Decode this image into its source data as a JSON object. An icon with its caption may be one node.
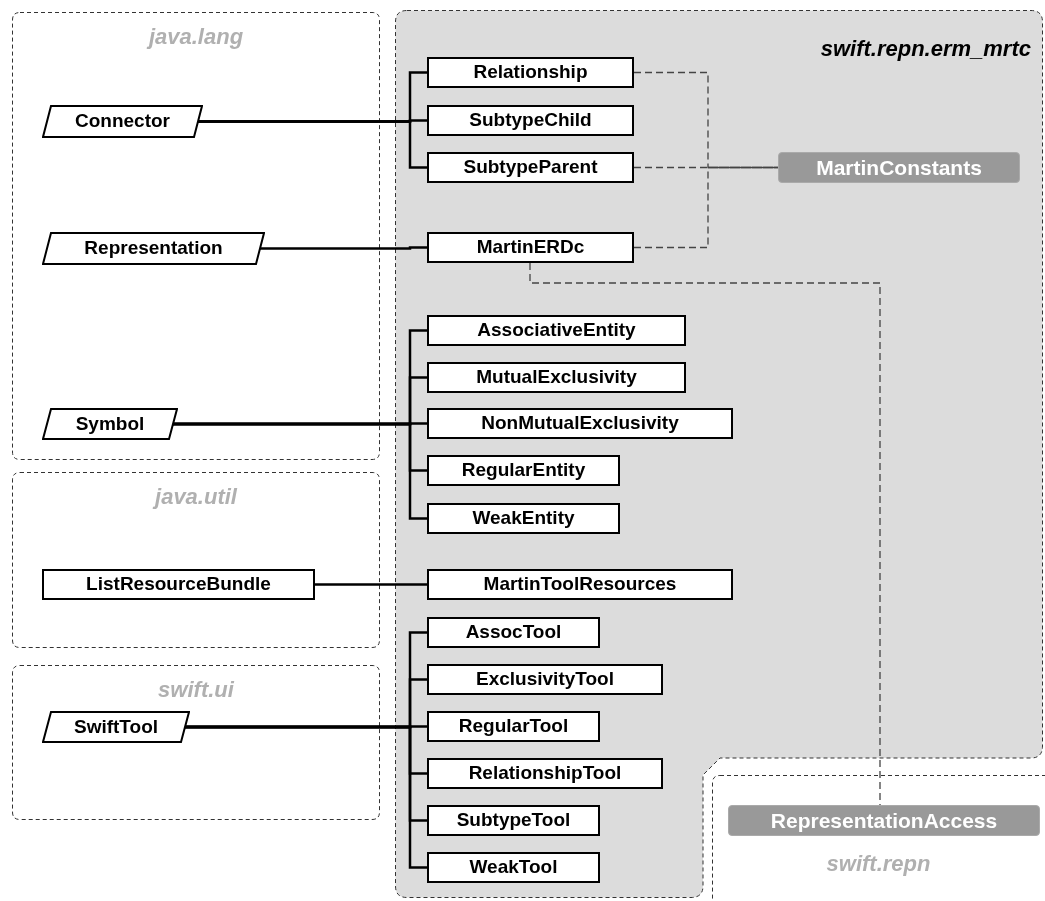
{
  "diagram": {
    "nodes": [
      {
        "text": [
          "java.lang"
        ]
      },
      {
        "text": [
          "Connector"
        ],
        "in": 0
      },
      {
        "text": [
          "Representation"
        ],
        "in": 0
      },
      {
        "text": [
          "Symbol"
        ],
        "in": 0
      },
      {
        "text": [
          "java.util"
        ]
      },
      {
        "text": [
          "ListResourceBundle"
        ],
        "in": 4
      },
      {
        "text": [
          "swift.ui"
        ]
      },
      {
        "text": [
          "SwiftTool"
        ],
        "in": 6
      },
      {
        "text": [
          "swift.repn.erm_mrtc"
        ]
      },
      {
        "text": [
          "Relationship"
        ],
        "in": 8
      },
      {
        "text": [
          "SubtypeChild"
        ],
        "in": 8
      },
      {
        "text": [
          "SubtypeParent"
        ],
        "in": 8
      },
      {
        "text": [
          "MartinERDc"
        ],
        "in": 8
      },
      {
        "text": [
          "MartinConstants"
        ],
        "in": 8
      },
      {
        "text": [
          "AssociativeEntity"
        ],
        "in": 8
      },
      {
        "text": [
          "MutualExclusivity"
        ],
        "in": 8
      },
      {
        "text": [
          "NonMutualExclusivity"
        ],
        "in": 8
      },
      {
        "text": [
          "RegularEntity"
        ],
        "in": 8
      },
      {
        "text": [
          "WeakEntity"
        ],
        "in": 8
      },
      {
        "text": [
          "MartinToolResources"
        ],
        "in": 8
      },
      {
        "text": [
          "AssocTool"
        ],
        "in": 8
      },
      {
        "text": [
          "ExclusivityTool"
        ],
        "in": 8
      },
      {
        "text": [
          "RegularTool"
        ],
        "in": 8
      },
      {
        "text": [
          "RelationshipTool"
        ],
        "in": 8
      },
      {
        "text": [
          "SubtypeTool"
        ],
        "in": 8
      },
      {
        "text": [
          "WeakTool"
        ],
        "in": 8
      },
      {
        "text": [
          "swift.repn"
        ]
      },
      {
        "text": [
          "RepresentationAccess"
        ],
        "in": 26
      }
    ],
    "edges": [
      {
        "from": 1,
        "to": 9,
        "arrow": "none"
      },
      {
        "from": 1,
        "to": 10,
        "arrow": "none"
      },
      {
        "from": 1,
        "to": 11,
        "arrow": "none"
      },
      {
        "from": 2,
        "to": 12,
        "arrow": "none"
      },
      {
        "from": 3,
        "to": 14,
        "arrow": "none"
      },
      {
        "from": 3,
        "to": 15,
        "arrow": "none"
      },
      {
        "from": 3,
        "to": 16,
        "arrow": "none"
      },
      {
        "from": 3,
        "to": 17,
        "arrow": "none"
      },
      {
        "from": 3,
        "to": 18,
        "arrow": "none"
      },
      {
        "from": 5,
        "to": 19,
        "arrow": "none"
      },
      {
        "from": 7,
        "to": 20,
        "arrow": "none"
      },
      {
        "from": 7,
        "to": 21,
        "arrow": "none"
      },
      {
        "from": 7,
        "to": 22,
        "arrow": "none"
      },
      {
        "from": 7,
        "to": 23,
        "arrow": "none"
      },
      {
        "from": 7,
        "to": 24,
        "arrow": "none"
      },
      {
        "from": 7,
        "to": 25,
        "arrow": "none"
      },
      {
        "from": 9,
        "to": 13,
        "arrow": "none",
        "style": "dashed"
      },
      {
        "from": 11,
        "to": 13,
        "arrow": "none",
        "style": "dashed"
      },
      {
        "from": 12,
        "to": 13,
        "arrow": "none",
        "style": "dashed"
      },
      {
        "from": 12,
        "to": 27,
        "arrow": "none",
        "style": "dashed"
      }
    ]
  }
}
